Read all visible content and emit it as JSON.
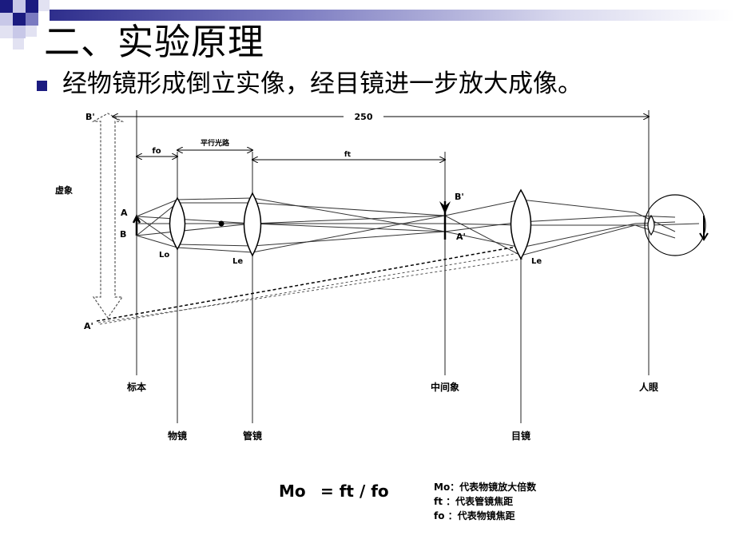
{
  "slide": {
    "title": "二、实验原理",
    "bullet": "经物镜形成倒立实像，经目镜进一步放大成像。"
  },
  "colors": {
    "accent_dark": "#1b1b80",
    "accent_mid": "#7a7ac0",
    "accent_light": "#c8c8e8"
  },
  "diagram": {
    "point_labels": {
      "b_virtual": "B'",
      "a_virtual": "A'",
      "a": "A",
      "b": "B",
      "b_intermediate": "B'",
      "a_intermediate": "A'"
    },
    "dimension_labels": {
      "distance": "250",
      "fo": "fo",
      "parallel": "平行光路",
      "ft": "ft"
    },
    "virtual_image_label": "虚象",
    "lens_labels": {
      "objective": "Lo",
      "tube": "Le",
      "eyepiece": "Le"
    },
    "plane_labels": {
      "specimen": "标本",
      "intermediate": "中间象",
      "eye": "人眼",
      "objective": "物镜",
      "tube": "管镜",
      "eyepiece": "目镜"
    },
    "formula": {
      "lhs": "Mo",
      "rhs": "= ft / fo"
    },
    "legend": [
      "Mo：代表物镜放大倍数",
      "ft ：代表管镜焦距",
      "fo ：代表物镜焦距"
    ]
  }
}
